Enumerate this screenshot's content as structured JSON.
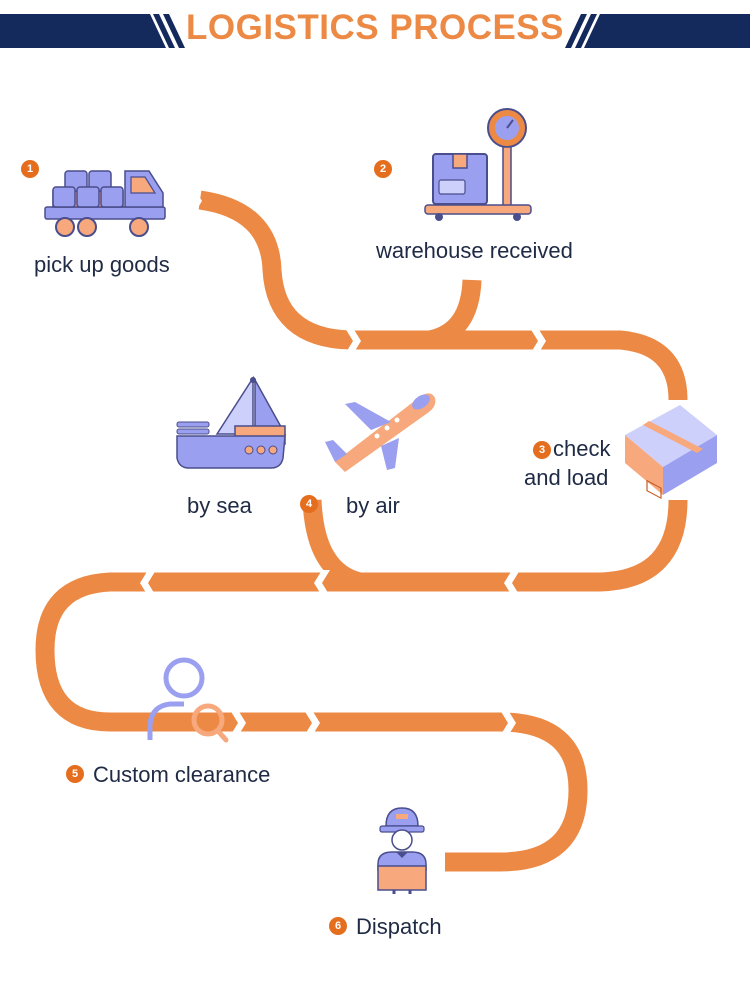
{
  "header": {
    "title": "LOGISTICS PROCESS"
  },
  "colors": {
    "navy": "#142a5c",
    "orange": "#ec8a45",
    "lavender": "#9b9ff0",
    "peach": "#f7a87c"
  },
  "steps": [
    {
      "number": "1",
      "label": "pick up goods",
      "icon": "truck-icon"
    },
    {
      "number": "2",
      "label": "warehouse received",
      "icon": "scale-icon"
    },
    {
      "number": "3",
      "label_line1": "check",
      "label_line2": "and load",
      "icon": "box-icon"
    },
    {
      "number": "4",
      "sea_label": "by sea",
      "air_label": "by air",
      "icons": [
        "ship-icon",
        "plane-icon"
      ]
    },
    {
      "number": "5",
      "label": "Custom clearance",
      "icon": "user-search-icon"
    },
    {
      "number": "6",
      "label": "Dispatch",
      "icon": "courier-icon"
    }
  ]
}
